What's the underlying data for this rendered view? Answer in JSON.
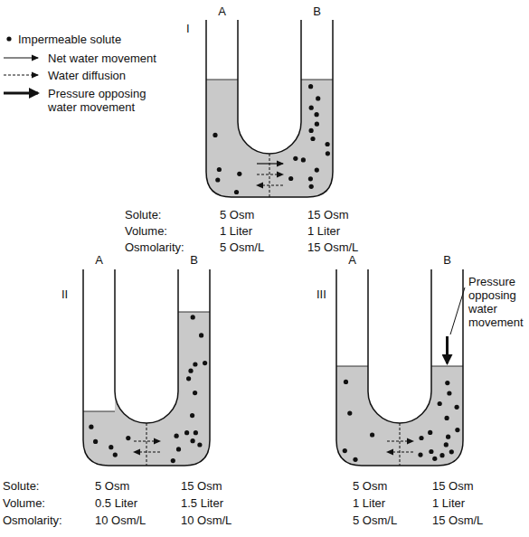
{
  "diagram": {
    "labels": [
      "A",
      "B",
      "I",
      "Solute:",
      "5 Osm",
      "15 Osm",
      "Volume:",
      "1 Liter",
      "1 Liter",
      "Osmolarity:",
      "5 Osm/L",
      "15 Osm/L",
      "A",
      "B",
      "II",
      "Solute:",
      "5 Osm",
      "15 Osm",
      "Volume:",
      "0.5 Liter",
      "1.5 Liter",
      "Osmolarity:",
      "10 Osm/L",
      "10 Osm/L",
      "A",
      "B",
      "III",
      "5 Osm",
      "15 Osm",
      "1 Liter",
      "1 Liter",
      "5 Osm/L",
      "15 Osm/L",
      "Pressure opposing water movement"
    ],
    "legend": [
      {
        "text": "Impermeable solute"
      },
      {
        "text": "Net water movement"
      },
      {
        "text": "Water diffusion"
      },
      {
        "text": "Pressure opposing water movement"
      }
    ]
  }
}
